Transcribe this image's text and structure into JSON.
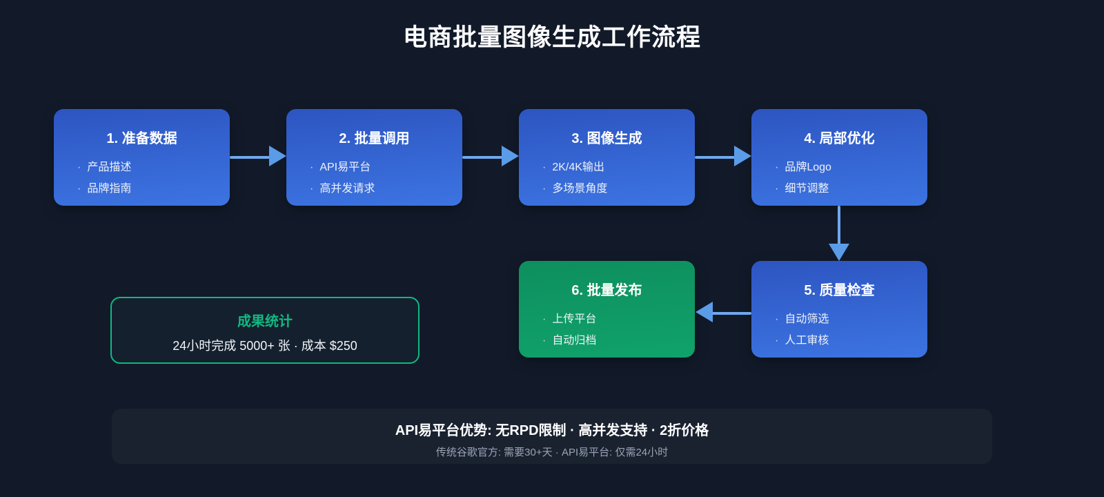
{
  "page": {
    "title": "电商批量图像生成工作流程",
    "background_color": "#121a2a"
  },
  "ui": {
    "bullet_char": "·"
  },
  "colors": {
    "blue_box_top": "#2d55c1",
    "blue_box_bottom": "#3c74e2",
    "green_box_top": "#0e8f5e",
    "green_box_bottom": "#10a26b",
    "arrow": "#5b9ce8",
    "stats_accent": "#10b981",
    "footer_subtext": "#9aa4b4"
  },
  "flow": {
    "boxes": [
      {
        "step": 1,
        "title": "1. 准备数据",
        "color": "blue",
        "items": [
          "产品描述",
          "品牌指南"
        ]
      },
      {
        "step": 2,
        "title": "2. 批量调用",
        "color": "blue",
        "items": [
          "API易平台",
          "高并发请求"
        ]
      },
      {
        "step": 3,
        "title": "3. 图像生成",
        "color": "blue",
        "items": [
          "2K/4K输出",
          "多场景角度"
        ]
      },
      {
        "step": 4,
        "title": "4. 局部优化",
        "color": "blue",
        "items": [
          "品牌Logo",
          "细节调整"
        ]
      },
      {
        "step": 5,
        "title": "5. 质量检查",
        "color": "blue",
        "items": [
          "自动筛选",
          "人工审核"
        ]
      },
      {
        "step": 6,
        "title": "6. 批量发布",
        "color": "green",
        "items": [
          "上传平台",
          "自动归档"
        ]
      }
    ]
  },
  "stats": {
    "title": "成果统计",
    "value": "24小时完成 5000+ 张 · 成本 $250"
  },
  "footer": {
    "headline": "API易平台优势: 无RPD限制 · 高并发支持 · 2折价格",
    "subline": "传统谷歌官方: 需要30+天 · API易平台: 仅需24小时"
  }
}
